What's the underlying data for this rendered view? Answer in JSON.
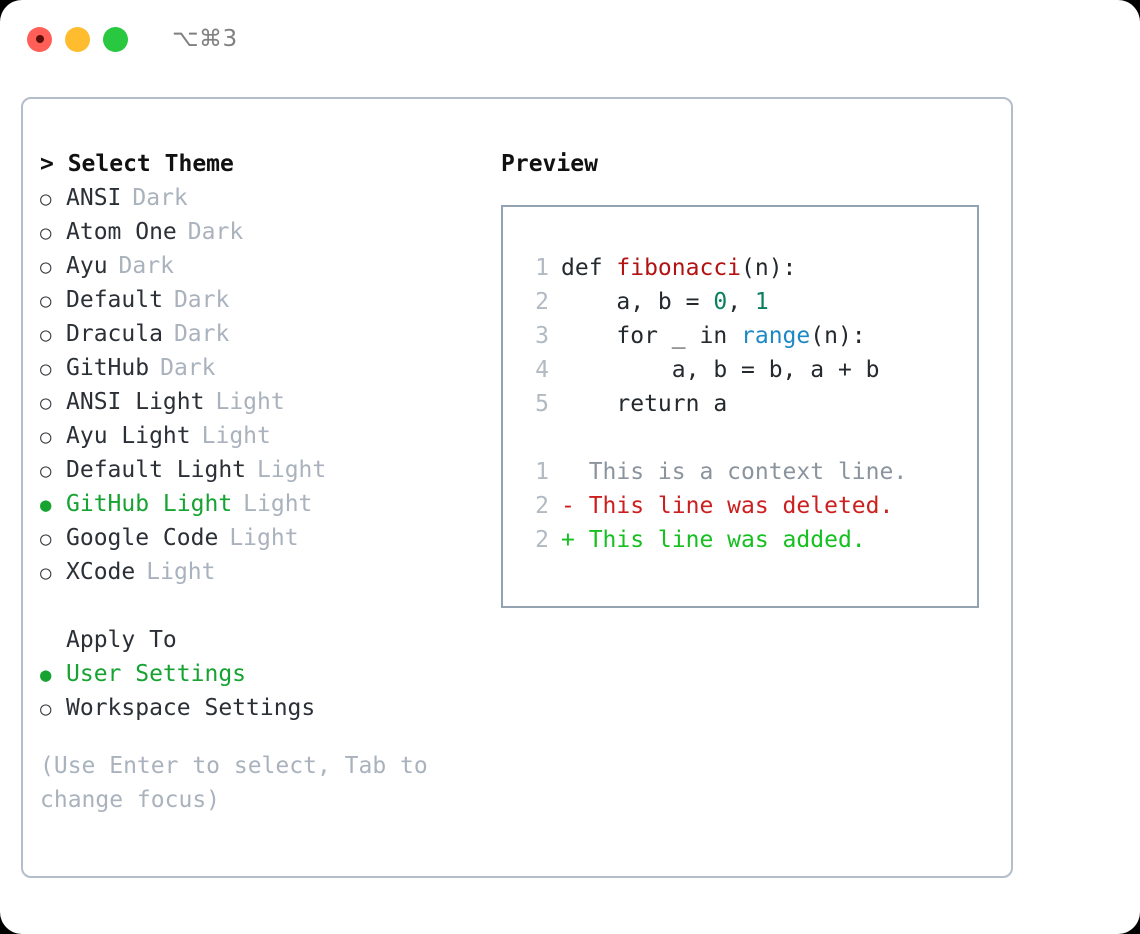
{
  "titlebar": {
    "shortcut": "⌥⌘3",
    "buttons": [
      {
        "name": "close",
        "color": "#ff5f57"
      },
      {
        "name": "minimize",
        "color": "#febc2e"
      },
      {
        "name": "zoom",
        "color": "#28c840"
      }
    ]
  },
  "left": {
    "heading": "> Select Theme",
    "themes": [
      {
        "marker": "○",
        "name": "ANSI",
        "tag": "Dark",
        "selected": false
      },
      {
        "marker": "○",
        "name": "Atom One",
        "tag": "Dark",
        "selected": false
      },
      {
        "marker": "○",
        "name": "Ayu",
        "tag": "Dark",
        "selected": false
      },
      {
        "marker": "○",
        "name": "Default",
        "tag": "Dark",
        "selected": false
      },
      {
        "marker": "○",
        "name": "Dracula",
        "tag": "Dark",
        "selected": false
      },
      {
        "marker": "○",
        "name": "GitHub",
        "tag": "Dark",
        "selected": false
      },
      {
        "marker": "○",
        "name": "ANSI Light",
        "tag": "Light",
        "selected": false
      },
      {
        "marker": "○",
        "name": "Ayu Light",
        "tag": "Light",
        "selected": false
      },
      {
        "marker": "○",
        "name": "Default Light",
        "tag": "Light",
        "selected": false
      },
      {
        "marker": "●",
        "name": "GitHub Light",
        "tag": "Light",
        "selected": true
      },
      {
        "marker": "○",
        "name": "Google Code",
        "tag": "Light",
        "selected": false
      },
      {
        "marker": "○",
        "name": "XCode",
        "tag": "Light",
        "selected": false
      }
    ],
    "apply_to_label": "Apply To",
    "apply_to": [
      {
        "marker": "●",
        "name": "User Settings",
        "selected": true
      },
      {
        "marker": "○",
        "name": "Workspace Settings",
        "selected": false
      }
    ],
    "hint": "(Use Enter to select, Tab to change focus)"
  },
  "right": {
    "heading": "Preview",
    "code_lines": [
      {
        "num": "1",
        "parts": [
          {
            "t": "def ",
            "c": "src"
          },
          {
            "t": "fibonacci",
            "c": "tok-fn"
          },
          {
            "t": "(n):",
            "c": "src"
          }
        ]
      },
      {
        "num": "2",
        "parts": [
          {
            "t": "    a, b = ",
            "c": "src"
          },
          {
            "t": "0",
            "c": "tok-num"
          },
          {
            "t": ", ",
            "c": "src"
          },
          {
            "t": "1",
            "c": "tok-num"
          }
        ]
      },
      {
        "num": "3",
        "parts": [
          {
            "t": "    for _ in ",
            "c": "src"
          },
          {
            "t": "range",
            "c": "tok-call"
          },
          {
            "t": "(n):",
            "c": "src"
          }
        ]
      },
      {
        "num": "4",
        "parts": [
          {
            "t": "        a, b = b, a + b",
            "c": "src"
          }
        ]
      },
      {
        "num": "5",
        "parts": [
          {
            "t": "    return a",
            "c": "src"
          }
        ]
      }
    ],
    "diff_lines": [
      {
        "num": "1",
        "text": "  This is a context line.",
        "kind": "d-ctx"
      },
      {
        "num": "2",
        "text": "- This line was deleted.",
        "kind": "d-del"
      },
      {
        "num": "2",
        "text": "+ This line was added.",
        "kind": "d-add"
      }
    ]
  },
  "colors": {
    "selected_green": "#16a331",
    "muted_gray": "#a9b2bd",
    "border": "#b4bdc9",
    "preview_border": "#94a3b2",
    "diff_added": "#15c020",
    "diff_deleted": "#cc1f1f",
    "syntax_function": "#b31212",
    "syntax_number": "#0a8060",
    "syntax_call": "#1e88c7"
  }
}
